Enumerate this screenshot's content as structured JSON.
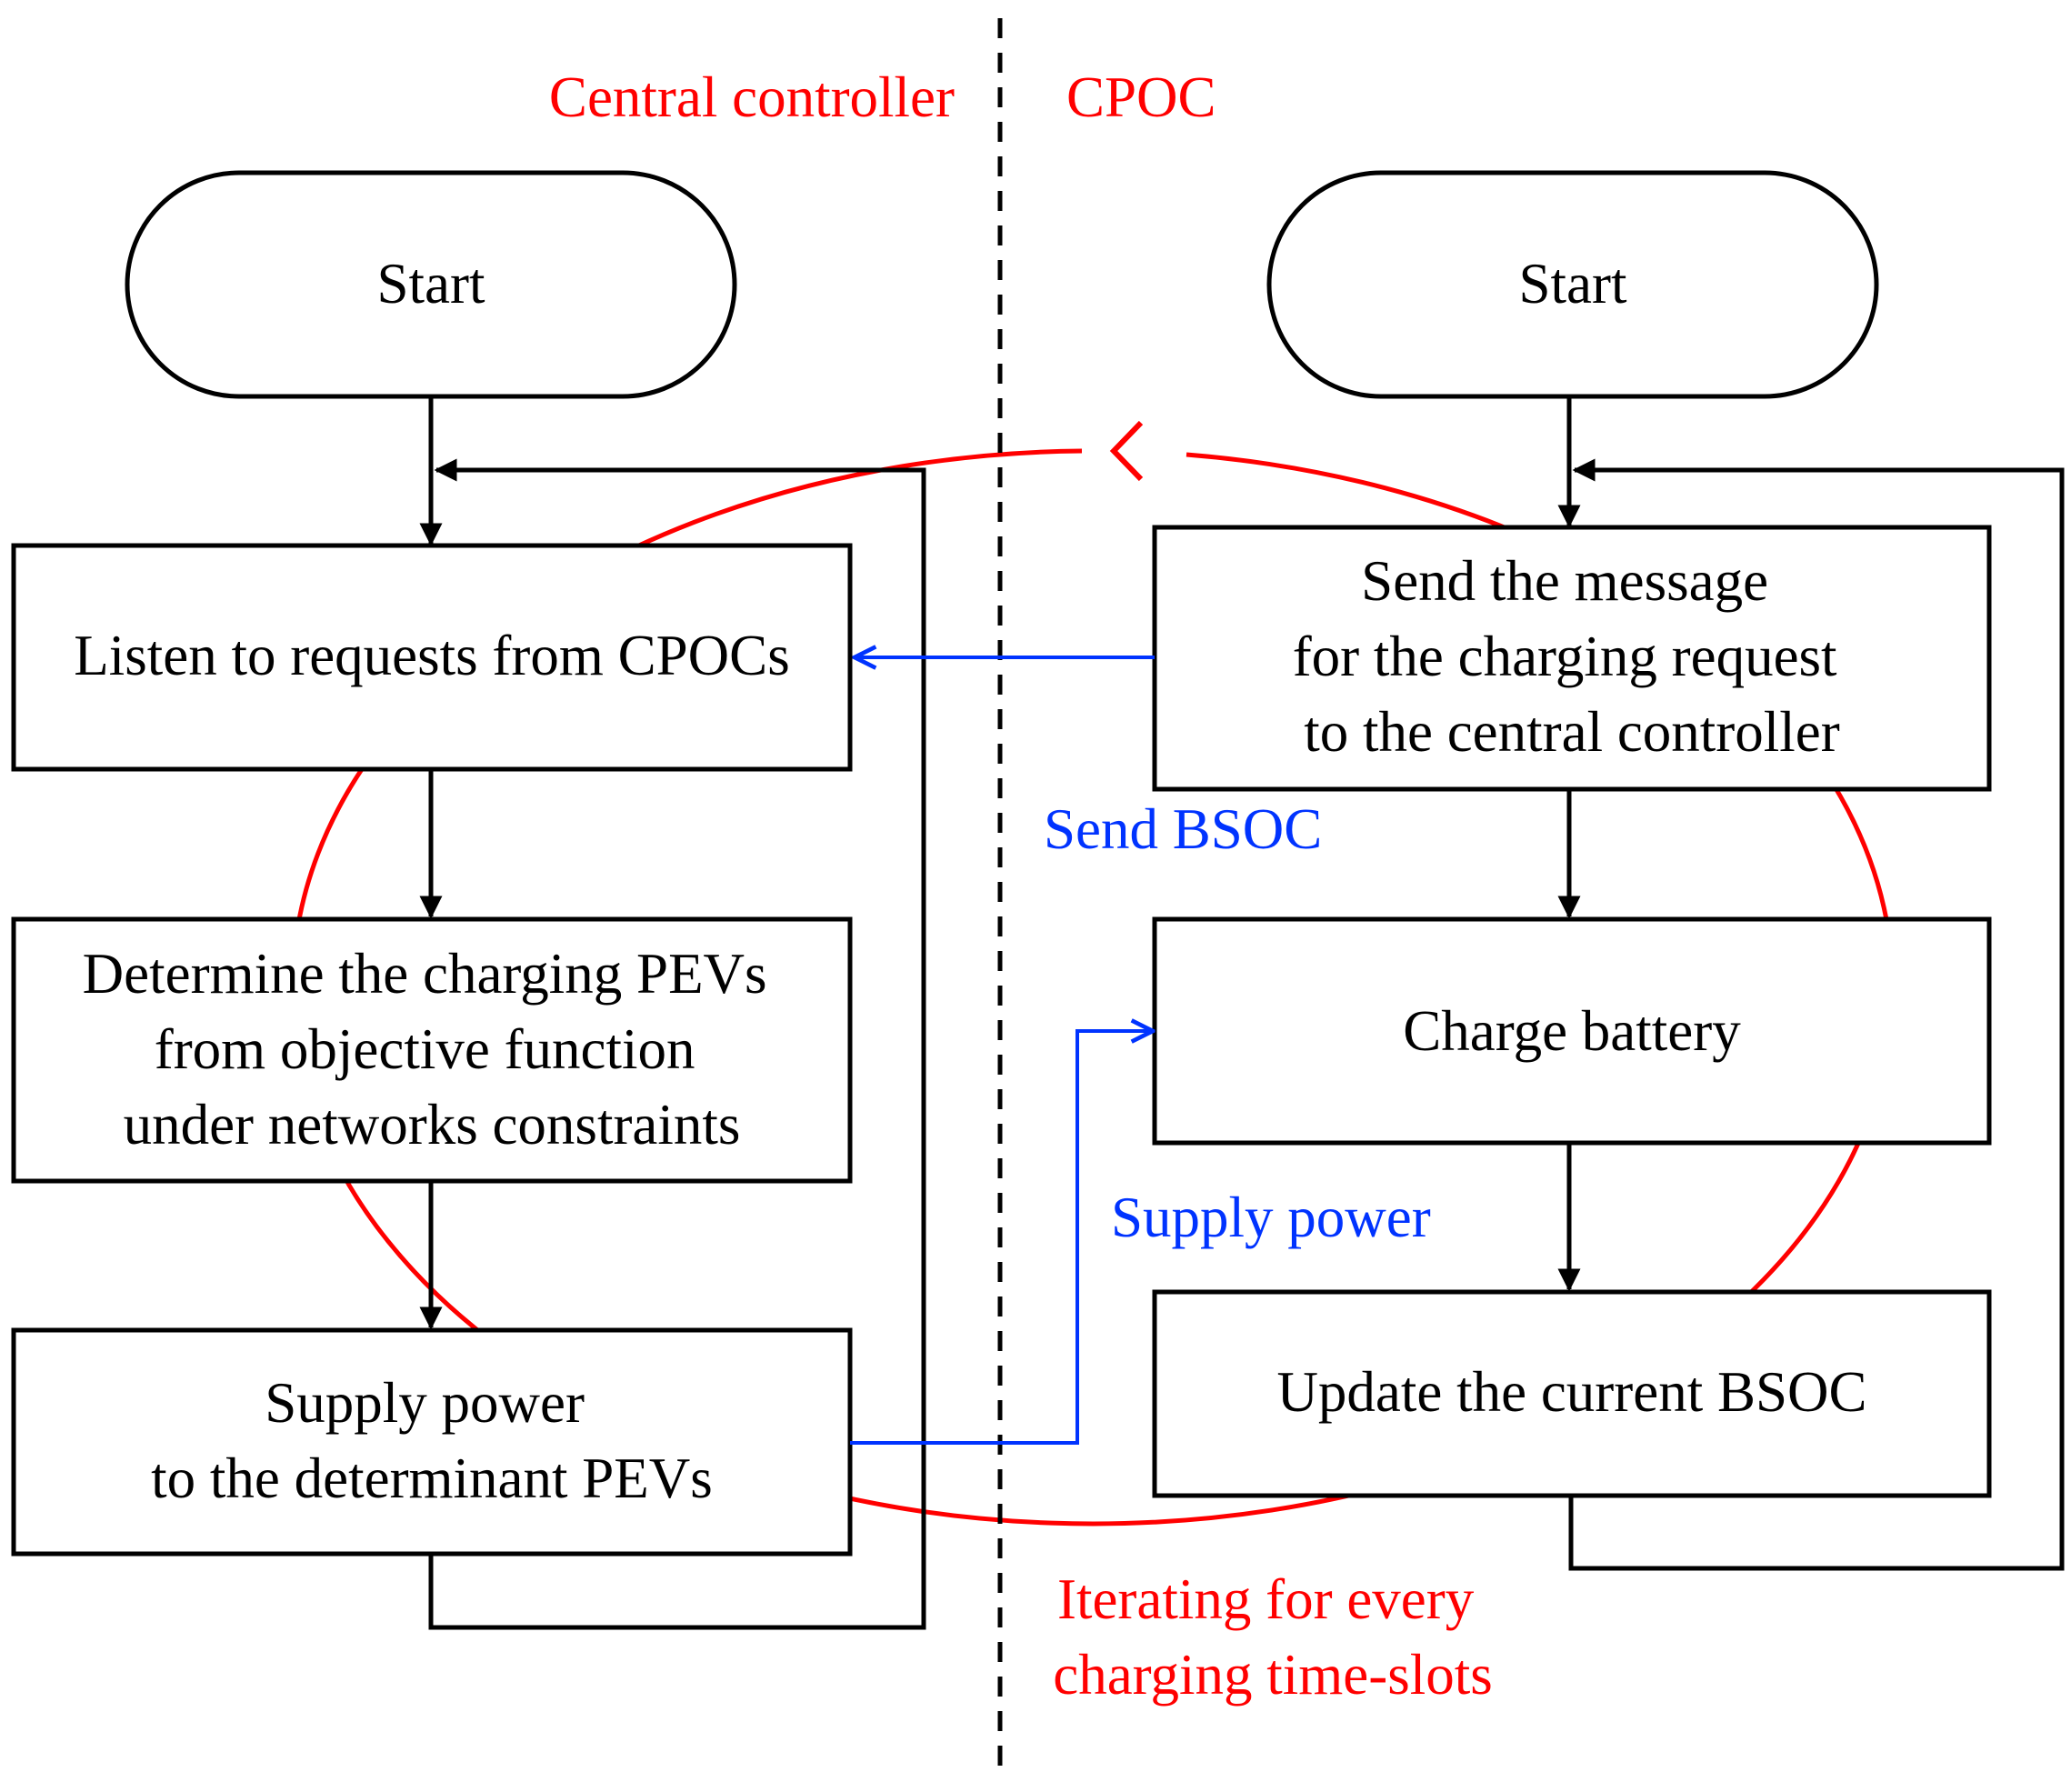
{
  "headers": {
    "left": "Central controller",
    "right": "CPOC"
  },
  "left_flow": {
    "start": "Start",
    "listen": [
      "Listen to requests from CPOCs"
    ],
    "determine": [
      "Determine the charging PEVs",
      "from objective function",
      "under networks constraints"
    ],
    "supply": [
      "Supply power",
      "to the determinant PEVs"
    ]
  },
  "right_flow": {
    "start": "Start",
    "send": [
      "Send the message",
      "for the charging request",
      "to the central controller"
    ],
    "charge": [
      "Charge battery"
    ],
    "update": [
      "Update the current BSOC"
    ]
  },
  "labels": {
    "send_bsoc": "Send BSOC",
    "supply_power": "Supply power",
    "iterating": [
      "Iterating for every",
      "charging time-slots"
    ]
  },
  "colors": {
    "flow": "#000000",
    "loop": "#ff0000",
    "message": "#0033ff"
  }
}
